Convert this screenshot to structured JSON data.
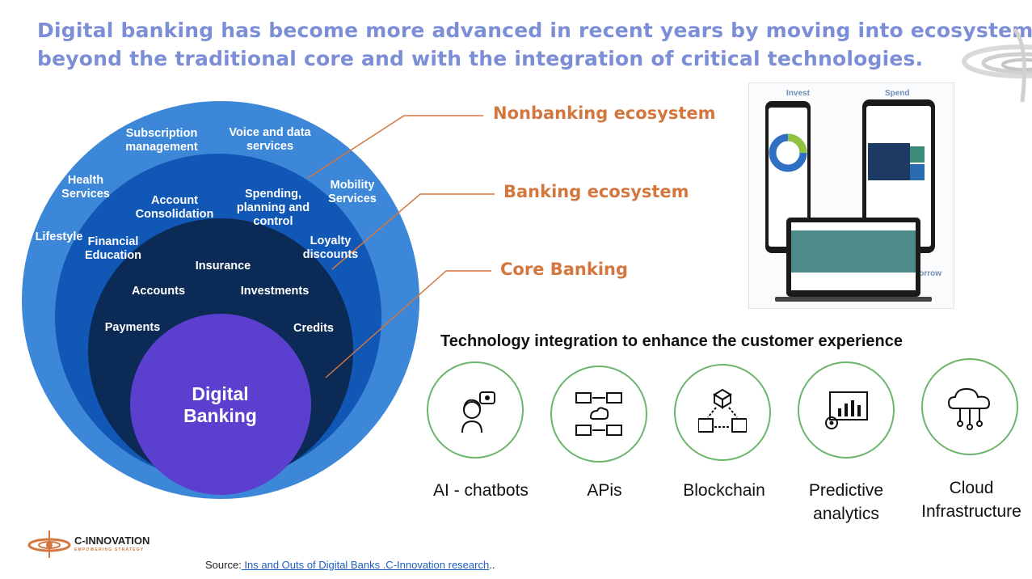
{
  "title": {
    "line1": "Digital banking has become more advanced in recent years by moving into ecosystems",
    "line2": "beyond the traditional core and with the integration of critical technologies."
  },
  "diagram": {
    "outer_ring": [
      "Subscription\nmanagement",
      "Voice and data\nservices",
      "Health\nServices",
      "Mobility\nServices",
      "Lifestyle"
    ],
    "middle_ring": [
      "Account\nConsolidation",
      "Spending,\nplanning and\ncontrol",
      "Financial\nEducation",
      "Loyalty\ndiscounts"
    ],
    "inner_ring": [
      "Insurance",
      "Accounts",
      "Investments",
      "Payments",
      "Credits"
    ],
    "core": "Digital\nBanking",
    "ecosystems": [
      "Nonbanking ecosystem",
      "Banking ecosystem",
      "Core Banking"
    ],
    "colors": {
      "outer": "#3d87d8",
      "middle": "#1157b5",
      "inner": "#0b2b56",
      "core": "#5b3fcf",
      "callout": "#d3773f"
    }
  },
  "app_mockup": {
    "invest": "Invest",
    "spend": "Spend",
    "borrow": "Borrow"
  },
  "technology": {
    "heading": "Technology integration to enhance the customer experience",
    "items": [
      {
        "label": "AI - chatbots",
        "icon": "ai-chatbot-icon"
      },
      {
        "label": "APis",
        "icon": "api-network-icon"
      },
      {
        "label": "Blockchain",
        "icon": "blockchain-icon"
      },
      {
        "label": "Predictive\nanalytics",
        "icon": "analytics-chart-icon"
      },
      {
        "label": "Cloud\nInfrastructure",
        "icon": "cloud-icon"
      }
    ],
    "circle_color": "#6cb56b"
  },
  "footer": {
    "company": "C-INNOVATION",
    "tagline": "EMPOWERING STRATEGY",
    "source_prefix": "Source:",
    "source_link1": " Ins and Outs of Digital Banks ",
    "source_link2": ".C-Innovation research",
    "source_suffix": ".."
  }
}
